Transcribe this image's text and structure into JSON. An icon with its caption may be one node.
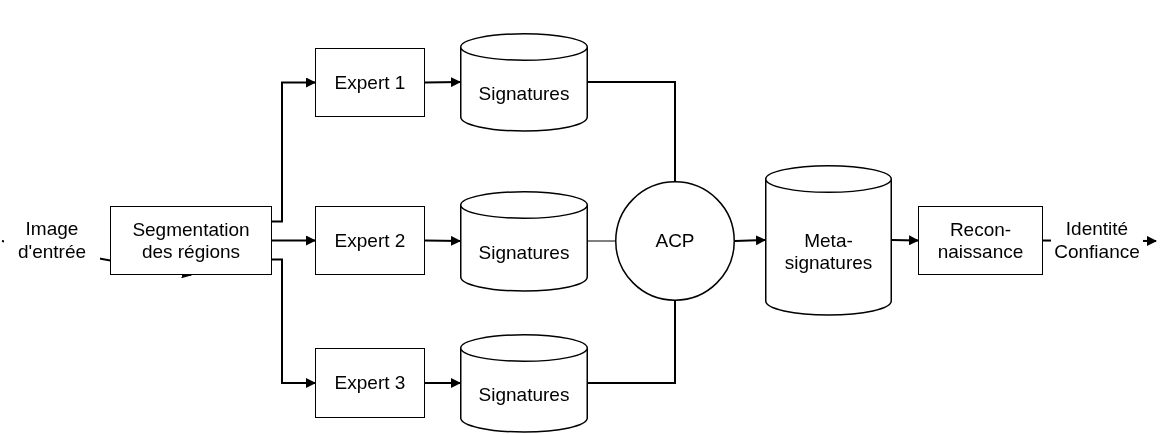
{
  "diagram": {
    "nodes": [
      {
        "text": [
          "Segmentation des régions"
        ]
      },
      {
        "text": [
          "Expert 1"
        ]
      },
      {
        "text": [
          "Signatures"
        ]
      },
      {
        "text": [
          "Expert 2"
        ]
      },
      {
        "text": [
          "Signatures"
        ]
      },
      {
        "text": [
          "Expert 3"
        ]
      },
      {
        "text": [
          "Signatures"
        ]
      },
      {
        "text": [
          "ACP"
        ]
      },
      {
        "text": [
          "Meta-signatures"
        ]
      },
      {
        "text": [
          "Recon-naissance"
        ]
      }
    ],
    "edges": [
      {
        "from": null,
        "to": 0,
        "arrow": "to",
        "label": "Image d'entrée"
      },
      {
        "from": 0,
        "to": 1,
        "arrow": "to"
      },
      {
        "from": 0,
        "to": 3,
        "arrow": "to"
      },
      {
        "from": 0,
        "to": 5,
        "arrow": "to"
      },
      {
        "from": 1,
        "to": 2,
        "arrow": "to"
      },
      {
        "from": 3,
        "to": 4,
        "arrow": "to"
      },
      {
        "from": 5,
        "to": 6,
        "arrow": "to"
      },
      {
        "from": 2,
        "to": 7,
        "arrow": "none"
      },
      {
        "from": 4,
        "to": 7,
        "arrow": "none"
      },
      {
        "from": 6,
        "to": 7,
        "arrow": "none"
      },
      {
        "from": 7,
        "to": 8,
        "arrow": "to"
      },
      {
        "from": 8,
        "to": 9,
        "arrow": "to"
      },
      {
        "from": 9,
        "to": null,
        "arrow": "to",
        "label": "Identité Confiance"
      }
    ]
  }
}
